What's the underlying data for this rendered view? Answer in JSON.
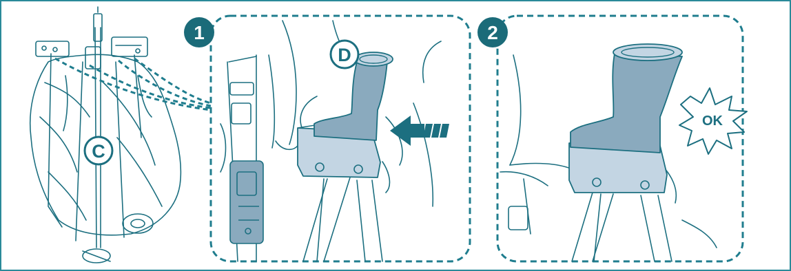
{
  "colors": {
    "frame": "#2a8a99",
    "line": "#1c6f80",
    "dash": "#1f7d8e",
    "badge_fill": "#1b6b79",
    "part_dark": "#8aaabe",
    "part_light": "#c3d5e3",
    "background": "#ffffff"
  },
  "steps": [
    {
      "number": "1"
    },
    {
      "number": "2"
    }
  ],
  "labels": {
    "c": "C",
    "d": "D",
    "ok": "OK"
  },
  "icons": {
    "arrow": "insert-arrow-icon",
    "ok_burst": "ok-burst-icon"
  }
}
